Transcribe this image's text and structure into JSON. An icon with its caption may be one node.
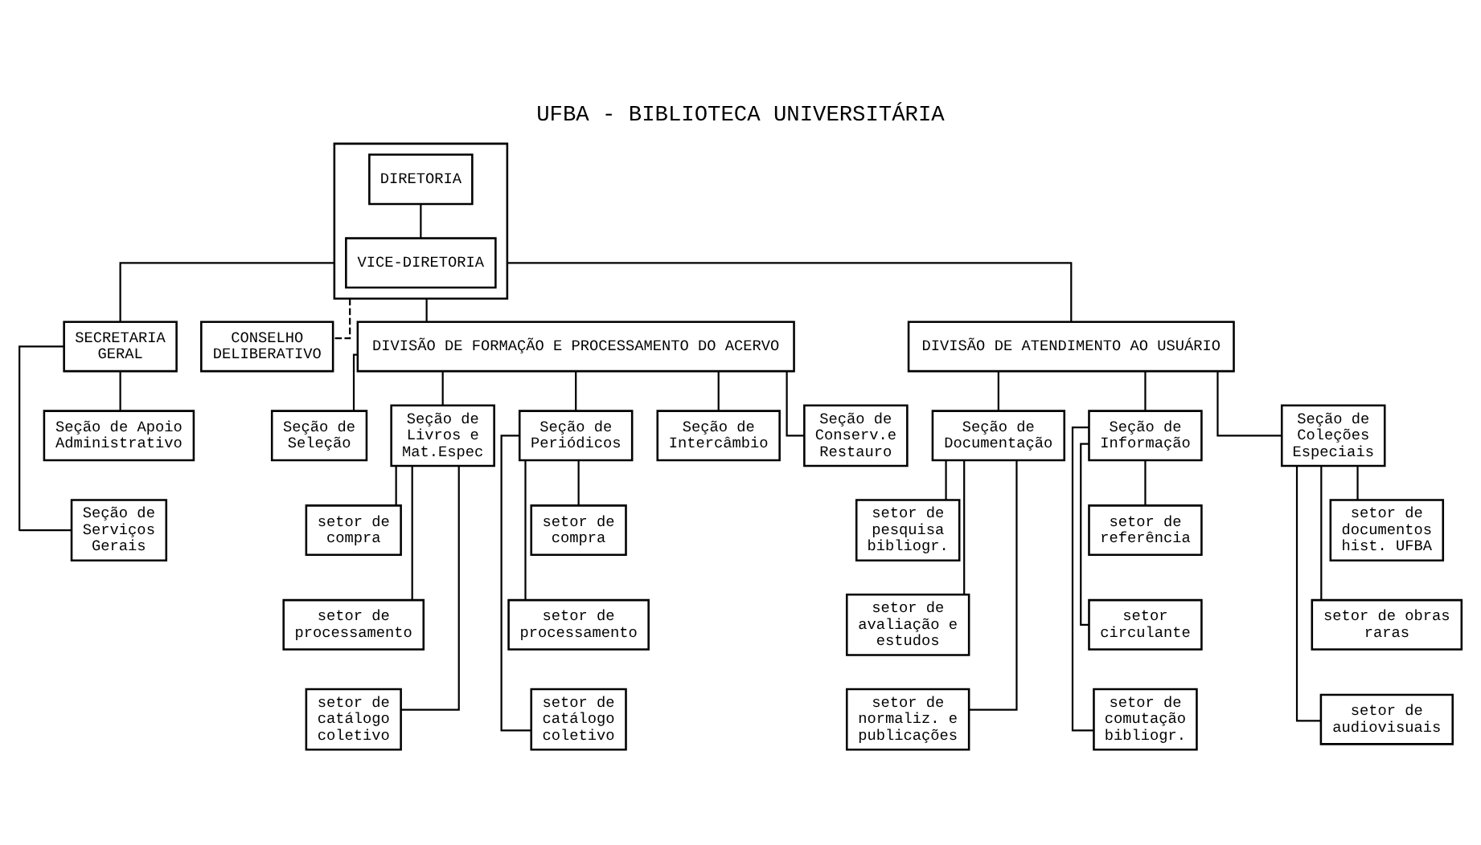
{
  "diagram": {
    "title": "UFBA - BIBLIOTECA UNIVERSITÁRIA",
    "nodes": [
      {
        "text": [],
        "shape": "box"
      },
      {
        "text": [
          "DIRETORIA"
        ],
        "in": 0
      },
      {
        "text": [
          "VICE-DIRETORIA"
        ],
        "in": 0
      },
      {
        "text": [
          "SECRETARIA GERAL"
        ]
      },
      {
        "text": [
          "CONSELHO DELIBERATIVO"
        ]
      },
      {
        "text": [
          "Seção de Apoio Administrativo"
        ]
      },
      {
        "text": [
          "Seção de Serviços Gerais"
        ]
      },
      {
        "text": [
          "DIVISÃO DE FORMAÇÃO E PROCESSAMENTO DO ACERVO"
        ]
      },
      {
        "text": [
          "DIVISÃO DE ATENDIMENTO AO USUÁRIO"
        ]
      },
      {
        "text": [
          "Seção de Seleção"
        ]
      },
      {
        "text": [
          "Seção de Livros e Mat.Espec"
        ]
      },
      {
        "text": [
          "Seção de Periódicos"
        ]
      },
      {
        "text": [
          "Seção de Intercâmbio"
        ]
      },
      {
        "text": [
          "Seção de Conserv.e Restauro"
        ]
      },
      {
        "text": [
          "Seção de Documentação"
        ]
      },
      {
        "text": [
          "Seção de Informação"
        ]
      },
      {
        "text": [
          "Seção de Coleções Especiais"
        ]
      },
      {
        "text": [
          "setor de compra"
        ]
      },
      {
        "text": [
          "setor de processamento"
        ]
      },
      {
        "text": [
          "setor de catálogo coletivo"
        ]
      },
      {
        "text": [
          "setor de compra"
        ]
      },
      {
        "text": [
          "setor de processamento"
        ]
      },
      {
        "text": [
          "setor de catálogo coletivo"
        ]
      },
      {
        "text": [
          "setor de pesquisa bibliogr."
        ]
      },
      {
        "text": [
          "setor de avaliação e estudos"
        ]
      },
      {
        "text": [
          "setor de normaliz. e publicações"
        ]
      },
      {
        "text": [
          "setor de referência"
        ]
      },
      {
        "text": [
          "setor circulante"
        ]
      },
      {
        "text": [
          "setor de comutação bibliogr."
        ]
      },
      {
        "text": [
          "setor de documentos hist. UFBA"
        ]
      },
      {
        "text": [
          "setor de obras raras"
        ]
      },
      {
        "text": [
          "setor de audiovisuais"
        ]
      }
    ],
    "edges": [
      {
        "from": 1,
        "to": 2,
        "arrow": "none"
      },
      {
        "from": 0,
        "to": 3,
        "arrow": "none"
      },
      {
        "from": 0,
        "to": 4,
        "arrow": "none",
        "style": "dashed"
      },
      {
        "from": 3,
        "to": 5,
        "arrow": "none"
      },
      {
        "from": 3,
        "to": 6,
        "arrow": "none"
      },
      {
        "from": 0,
        "to": 7,
        "arrow": "none"
      },
      {
        "from": 0,
        "to": 8,
        "arrow": "none"
      },
      {
        "from": 7,
        "to": 9,
        "arrow": "none"
      },
      {
        "from": 7,
        "to": 10,
        "arrow": "none"
      },
      {
        "from": 7,
        "to": 11,
        "arrow": "none"
      },
      {
        "from": 7,
        "to": 12,
        "arrow": "none"
      },
      {
        "from": 7,
        "to": 13,
        "arrow": "none"
      },
      {
        "from": 8,
        "to": 14,
        "arrow": "none"
      },
      {
        "from": 8,
        "to": 15,
        "arrow": "none"
      },
      {
        "from": 8,
        "to": 16,
        "arrow": "none"
      },
      {
        "from": 10,
        "to": 17,
        "arrow": "none"
      },
      {
        "from": 10,
        "to": 18,
        "arrow": "none"
      },
      {
        "from": 10,
        "to": 19,
        "arrow": "none"
      },
      {
        "from": 11,
        "to": 20,
        "arrow": "none"
      },
      {
        "from": 11,
        "to": 21,
        "arrow": "none"
      },
      {
        "from": 11,
        "to": 22,
        "arrow": "none"
      },
      {
        "from": 14,
        "to": 23,
        "arrow": "none"
      },
      {
        "from": 14,
        "to": 24,
        "arrow": "none"
      },
      {
        "from": 14,
        "to": 25,
        "arrow": "none"
      },
      {
        "from": 15,
        "to": 26,
        "arrow": "none"
      },
      {
        "from": 15,
        "to": 27,
        "arrow": "none"
      },
      {
        "from": 15,
        "to": 28,
        "arrow": "none"
      },
      {
        "from": 16,
        "to": 29,
        "arrow": "none"
      },
      {
        "from": 16,
        "to": 30,
        "arrow": "none"
      },
      {
        "from": 16,
        "to": 31,
        "arrow": "none"
      }
    ]
  }
}
